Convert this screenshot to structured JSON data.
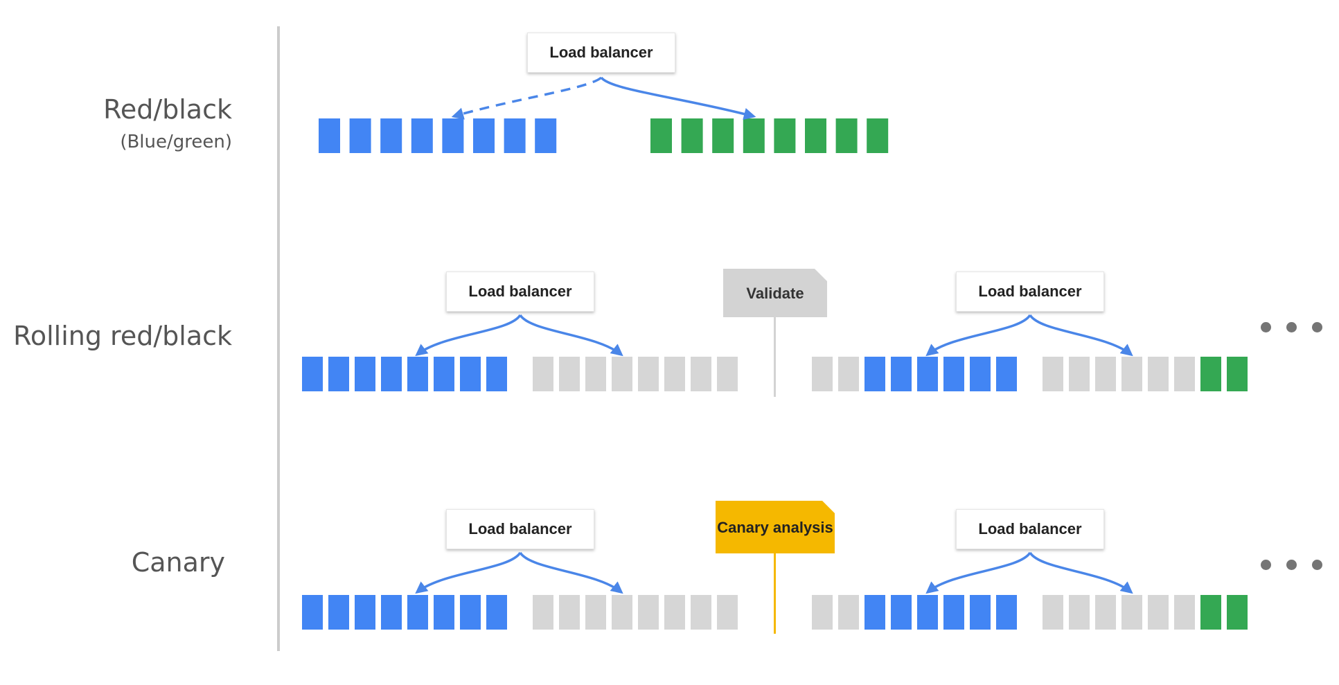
{
  "colors": {
    "blue": "#4285f4",
    "green": "#34a853",
    "gray": "#d6d6d6",
    "amber": "#f5b800",
    "validate_gray": "#d3d3d3",
    "divider": "#cccccc",
    "label": "#555555",
    "dots": "#757575"
  },
  "rows": [
    {
      "label": "Red/black",
      "sublabel": "(Blue/green)",
      "load_balancers": [
        "Load balancer"
      ],
      "groups": [
        {
          "colors": [
            "blue",
            "blue",
            "blue",
            "blue",
            "blue",
            "blue",
            "blue",
            "blue"
          ]
        },
        {
          "colors": [
            "green",
            "green",
            "green",
            "green",
            "green",
            "green",
            "green",
            "green"
          ]
        }
      ]
    },
    {
      "label": "Rolling red/black",
      "load_balancers": [
        "Load balancer",
        "Load balancer"
      ],
      "gate": "Validate",
      "groups": [
        {
          "colors": [
            "blue",
            "blue",
            "blue",
            "blue",
            "blue",
            "blue",
            "blue",
            "blue"
          ]
        },
        {
          "colors": [
            "gray",
            "gray",
            "gray",
            "gray",
            "gray",
            "gray",
            "gray",
            "gray"
          ]
        },
        {
          "colors": [
            "gray",
            "gray",
            "blue",
            "blue",
            "blue",
            "blue",
            "blue",
            "blue"
          ]
        },
        {
          "colors": [
            "gray",
            "gray",
            "gray",
            "gray",
            "gray",
            "gray",
            "green",
            "green"
          ]
        }
      ]
    },
    {
      "label": "Canary",
      "load_balancers": [
        "Load balancer",
        "Load balancer"
      ],
      "gate": "Canary analysis",
      "groups": [
        {
          "colors": [
            "blue",
            "blue",
            "blue",
            "blue",
            "blue",
            "blue",
            "blue",
            "blue"
          ]
        },
        {
          "colors": [
            "gray",
            "gray",
            "gray",
            "gray",
            "gray",
            "gray",
            "gray",
            "gray"
          ]
        },
        {
          "colors": [
            "gray",
            "gray",
            "blue",
            "blue",
            "blue",
            "blue",
            "blue",
            "blue"
          ]
        },
        {
          "colors": [
            "gray",
            "gray",
            "gray",
            "gray",
            "gray",
            "gray",
            "green",
            "green"
          ]
        }
      ]
    }
  ]
}
